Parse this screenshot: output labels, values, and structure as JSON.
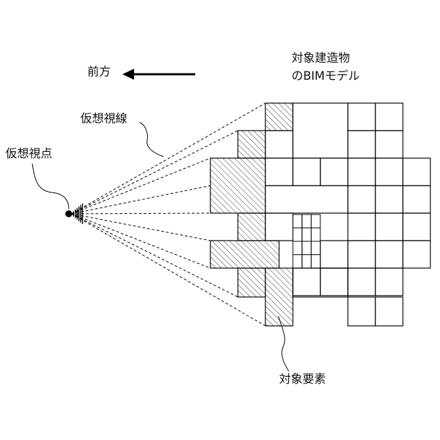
{
  "labels": {
    "forward": "前方",
    "target_model_line1": "対象建造物",
    "target_model_line2": "のBIMモデル",
    "virtual_sight_line": "仮想視線",
    "virtual_viewpoint": "仮想視点",
    "target_element": "対象要素"
  },
  "colors": {
    "stroke": "#000000",
    "hatch": "#333333",
    "background": "#ffffff"
  }
}
